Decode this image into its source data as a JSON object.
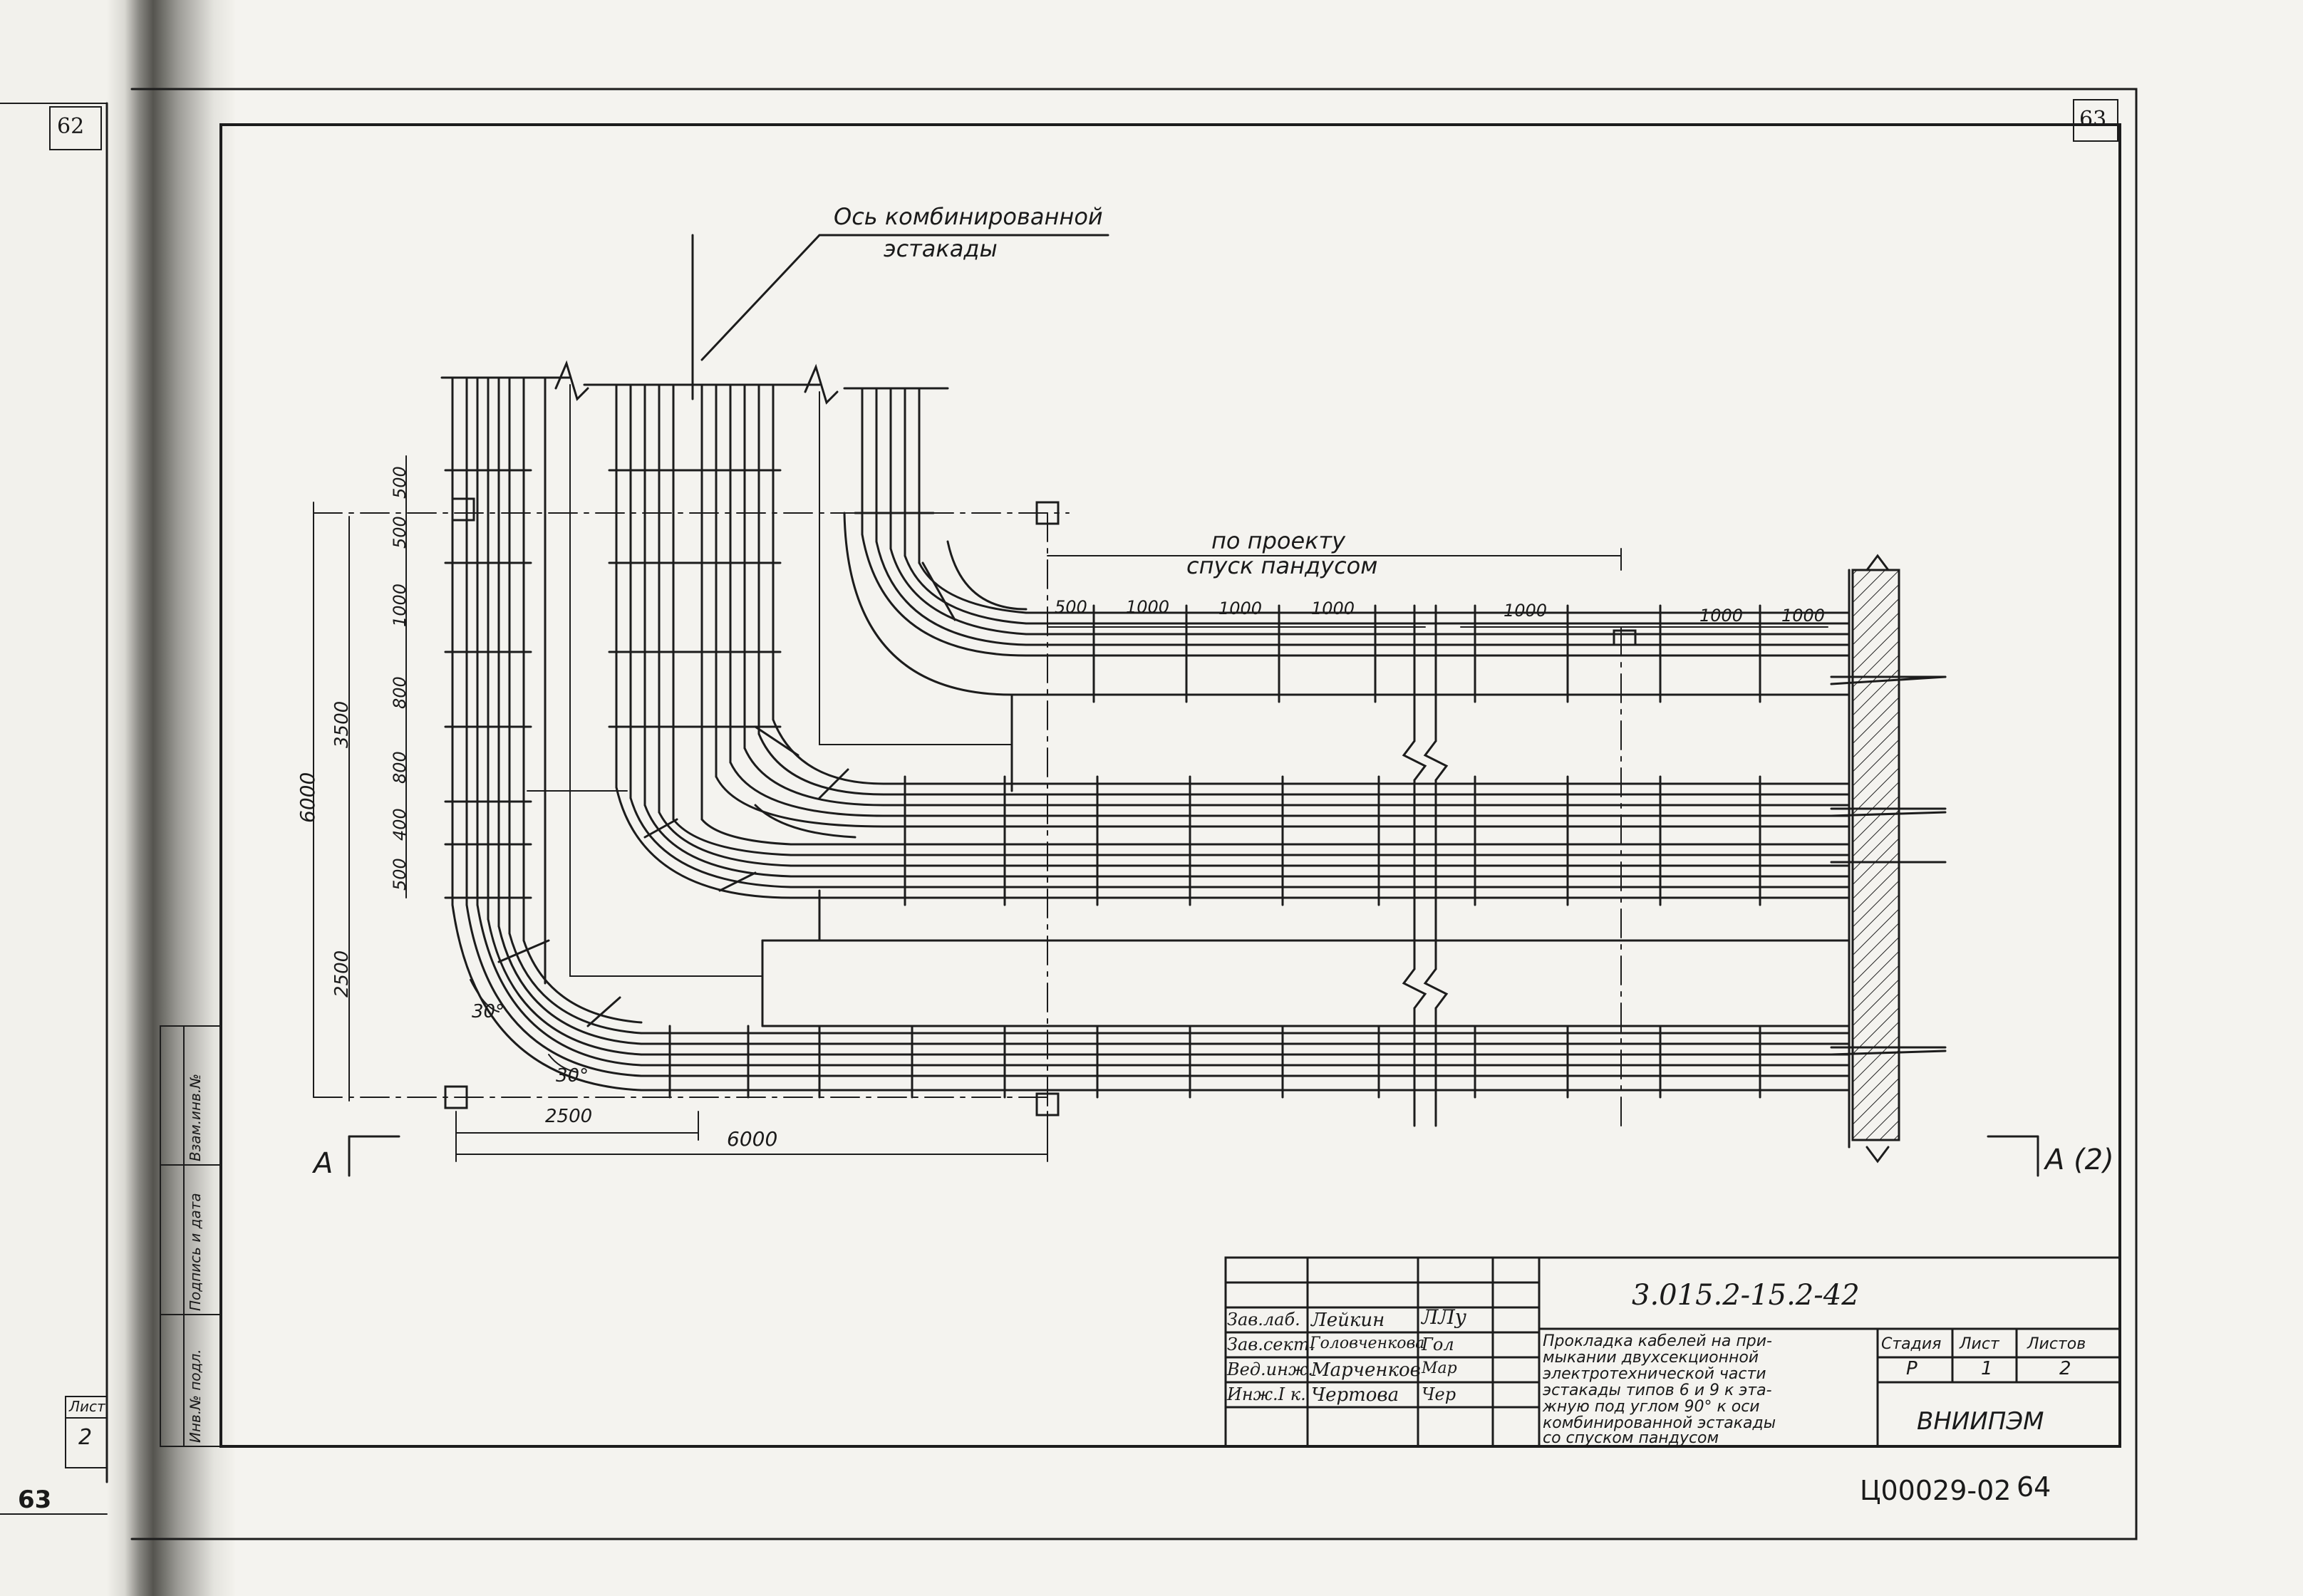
{
  "page_numbers": {
    "prev_sheet": "62",
    "current_sheet": "63",
    "left_margin": "63",
    "archive_number": "Ц00029-02",
    "archive_page": "64"
  },
  "drawing": {
    "axis_label_line1": "Ось комбинированной",
    "axis_label_line2": "эстакады",
    "ramp_label_line1": "по проекту",
    "ramp_label_line2": "спуск пандусом",
    "top_dimensions": [
      "500",
      "1000",
      "1000",
      "1000",
      "1000",
      "1000",
      "1000"
    ],
    "left_dimensions": [
      "500",
      "500",
      "1000",
      "800",
      "800",
      "400",
      "500"
    ],
    "overall_left_upper": "3500",
    "overall_left_lower": "2500",
    "overall_left_total": "6000",
    "bottom_dim_short": "2500",
    "bottom_dim_long": "6000",
    "angle_1": "30°",
    "angle_2": "30°",
    "section_left": "А",
    "section_right": "А (2)"
  },
  "stamp": {
    "document_code": "3.015.2-15.2-42",
    "rows": [
      {
        "role": "Зав.лаб.",
        "name": "Лейкин",
        "sign": "ЛЛу"
      },
      {
        "role": "Зав.сект.",
        "name": "Головченкова",
        "sign": "Гол"
      },
      {
        "role": "Вед.инж.",
        "name": "Марченков",
        "sign": "Мар"
      },
      {
        "role": "Инж.I к.",
        "name": "Чертова",
        "sign": "Чер"
      }
    ],
    "title_lines": [
      "Прокладка кабелей на при-",
      "мыкании двухсекционной",
      "электротехнической части",
      "эстакады типов 6 и 9 к эта-",
      "жную под углом 90° к оси",
      "комбинированной эстакады",
      "со спуском пандусом"
    ],
    "stage_label": "Стадия",
    "sheet_label": "Лист",
    "sheets_label": "Листов",
    "stage_value": "Р",
    "sheet_value": "1",
    "sheets_value": "2",
    "organization": "ВНИИПЭМ"
  },
  "side_stamp": {
    "labels": [
      "Инв.№ подл.",
      "Подпись и дата",
      "Взам.инв.№"
    ],
    "sheet_box_label": "Лист",
    "sheet_box_value": "2"
  }
}
